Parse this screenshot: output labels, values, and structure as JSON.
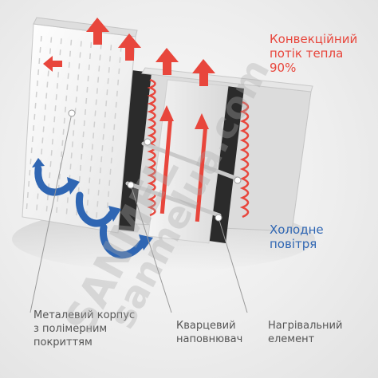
{
  "labels": {
    "convective": "Конвекційний\nпотік тепла\n90%",
    "cold_air": "Холодне\nповітря",
    "metal_body": "Металевий корпус\nз полімерним\nпокриттям",
    "quartz_filler": "Кварцевий\nнаповнювач",
    "heating_element": "Нагрівальний\nелемент"
  },
  "watermarks": {
    "brand": "SANMEL",
    "site": "sanmelua.com"
  },
  "colors": {
    "heat": "#e8463c",
    "cold": "#2f66b3",
    "panel": "#2b2b2b"
  }
}
